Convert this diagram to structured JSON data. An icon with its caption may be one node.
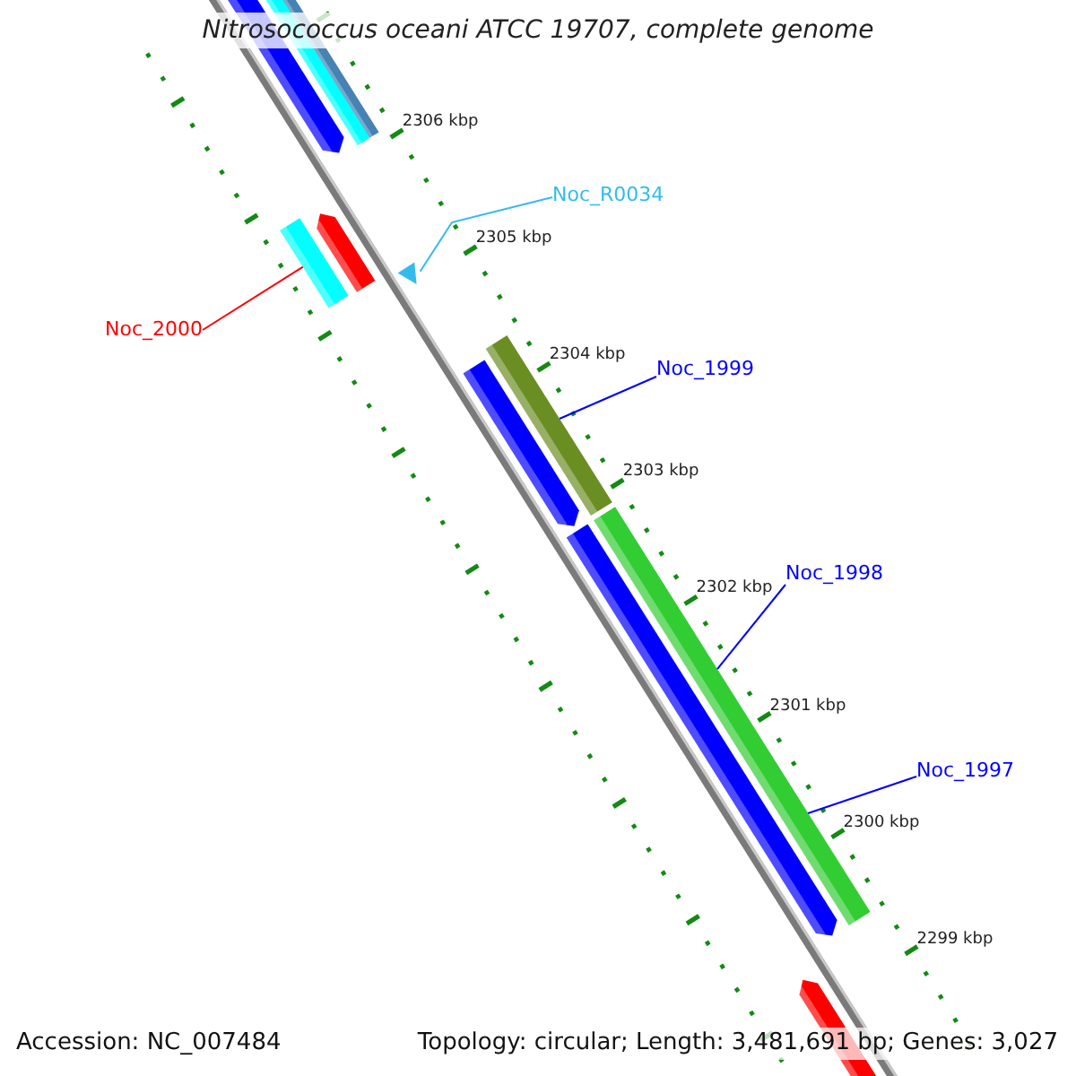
{
  "diagram": {
    "title": "Nitrosococcus oceani ATCC 19707, complete genome",
    "nodes": [
      {
        "text": [
          "Noc_R0034"
        ]
      },
      {
        "text": [
          "Noc_2000"
        ]
      },
      {
        "text": [
          "Noc_1999"
        ]
      },
      {
        "text": [
          "Noc_1998"
        ]
      },
      {
        "text": [
          "Noc_1997"
        ]
      },
      {
        "text": [],
        "shape": "triangle"
      },
      {
        "text": [],
        "shape": "bar"
      },
      {
        "text": [],
        "shape": "bar"
      },
      {
        "text": [],
        "shape": "bar"
      }
    ],
    "edges": [
      {
        "from": 0,
        "to": 5,
        "arrow": "none",
        "color": "#33bbee"
      },
      {
        "from": 1,
        "to": 6,
        "arrow": "none",
        "color": "#ff0000"
      },
      {
        "from": 2,
        "to": 7,
        "arrow": "none"
      },
      {
        "from": 3,
        "to": 8,
        "arrow": "none"
      },
      {
        "from": 4,
        "to": 8,
        "arrow": "none"
      }
    ],
    "labels": [
      "2306 kbp",
      "2305 kbp",
      "2304 kbp",
      "2303 kbp",
      "2302 kbp",
      "2301 kbp",
      "2300 kbp",
      "2299 kbp",
      "Accession: NC_007484",
      "Topology: circular; Length: 3,481,691 bp; Genes: 3,027"
    ]
  }
}
